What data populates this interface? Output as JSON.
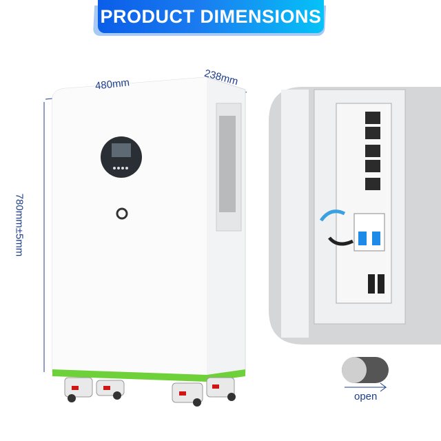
{
  "banner": {
    "title": "PRODUCT DIMENSIONS"
  },
  "dimensions": {
    "width": "480mm",
    "depth": "238mm",
    "height": "780mm±5mm"
  },
  "caption": {
    "open": "open"
  },
  "colors": {
    "accent_blue": "#0a5de8",
    "accent_cyan": "#05c2f7",
    "base_green": "#6fd13a",
    "dimension_line": "#1d3d8c"
  }
}
